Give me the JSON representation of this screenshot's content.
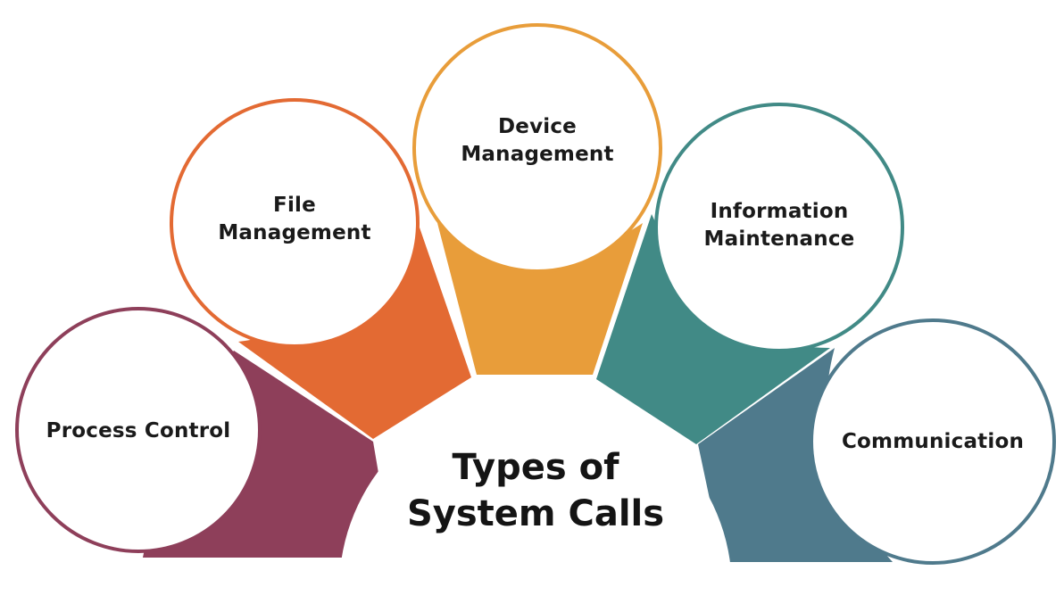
{
  "center": {
    "line1": "Types of",
    "line2": "System Calls"
  },
  "items": [
    {
      "line1": "Process Control",
      "line2": "",
      "color": "#8e3f5a"
    },
    {
      "line1": "File",
      "line2": "Management",
      "color": "#e36a33"
    },
    {
      "line1": "Device",
      "line2": "Management",
      "color": "#e89d3a"
    },
    {
      "line1": "Information",
      "line2": "Maintenance",
      "color": "#418a86"
    },
    {
      "line1": "Communication",
      "line2": "",
      "color": "#4f7a8c"
    }
  ]
}
